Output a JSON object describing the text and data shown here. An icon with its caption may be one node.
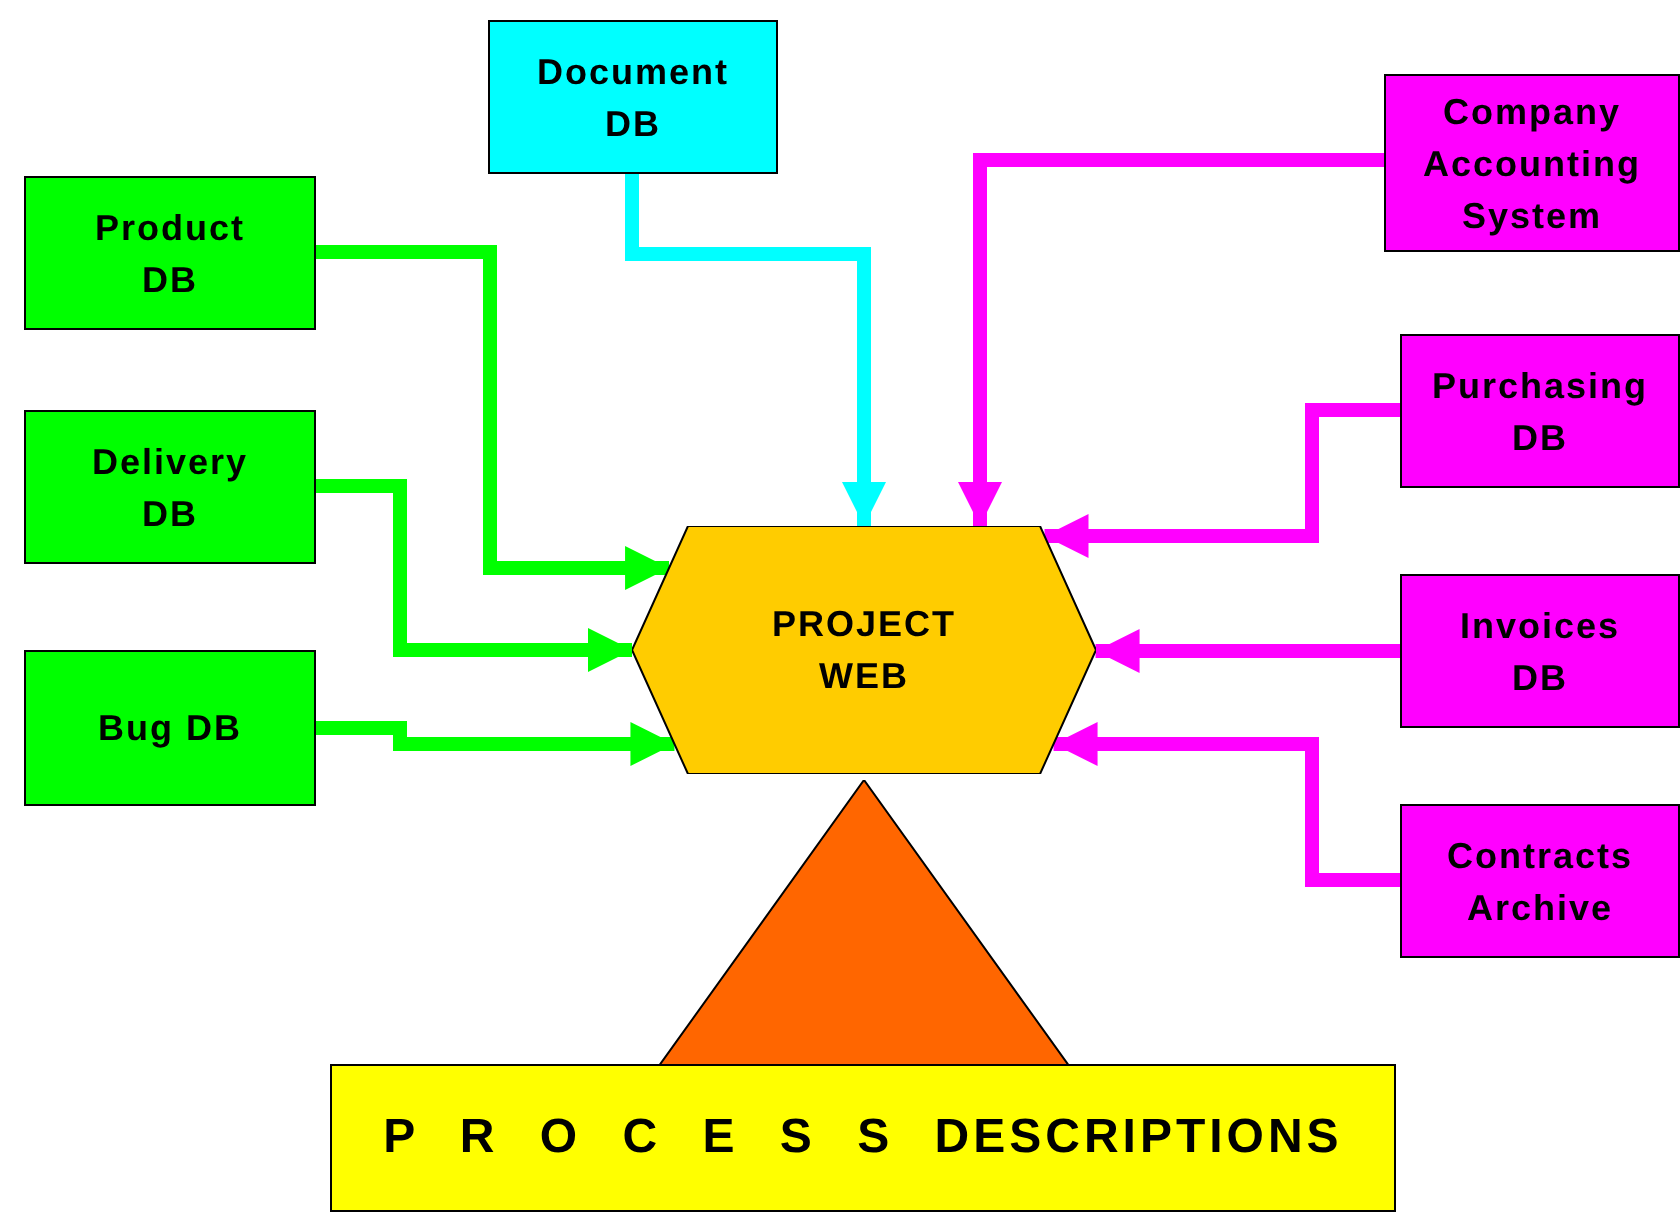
{
  "diagram": {
    "nodes": [
      {
        "text": [
          "Document DB"
        ]
      },
      {
        "text": [
          "Product DB"
        ]
      },
      {
        "text": [
          "Delivery DB"
        ]
      },
      {
        "text": [
          "Bug DB"
        ]
      },
      {
        "text": [
          "Company Accounting System"
        ]
      },
      {
        "text": [
          "Purchasing DB"
        ]
      },
      {
        "text": [
          "Invoices DB"
        ]
      },
      {
        "text": [
          "Contracts Archive"
        ]
      },
      {
        "text": [
          "PROJECT WEB"
        ]
      },
      {
        "text": [],
        "shape": "triangle"
      },
      {
        "text": [
          "P R O C E S S DESCRIPTIONS"
        ]
      }
    ],
    "edges": [
      {
        "from": 1,
        "to": 8,
        "arrow": "to",
        "color": "#00ff00"
      },
      {
        "from": 2,
        "to": 8,
        "arrow": "to",
        "color": "#00ff00"
      },
      {
        "from": 3,
        "to": 8,
        "arrow": "to",
        "color": "#00ff00"
      },
      {
        "from": 0,
        "to": 8,
        "arrow": "to",
        "color": "#00ffff"
      },
      {
        "from": 4,
        "to": 8,
        "arrow": "to",
        "color": "#ff00ff"
      },
      {
        "from": 5,
        "to": 8,
        "arrow": "to",
        "color": "#ff00ff"
      },
      {
        "from": 6,
        "to": 8,
        "arrow": "to",
        "color": "#ff00ff"
      },
      {
        "from": 7,
        "to": 8,
        "arrow": "to",
        "color": "#ff00ff"
      }
    ]
  }
}
